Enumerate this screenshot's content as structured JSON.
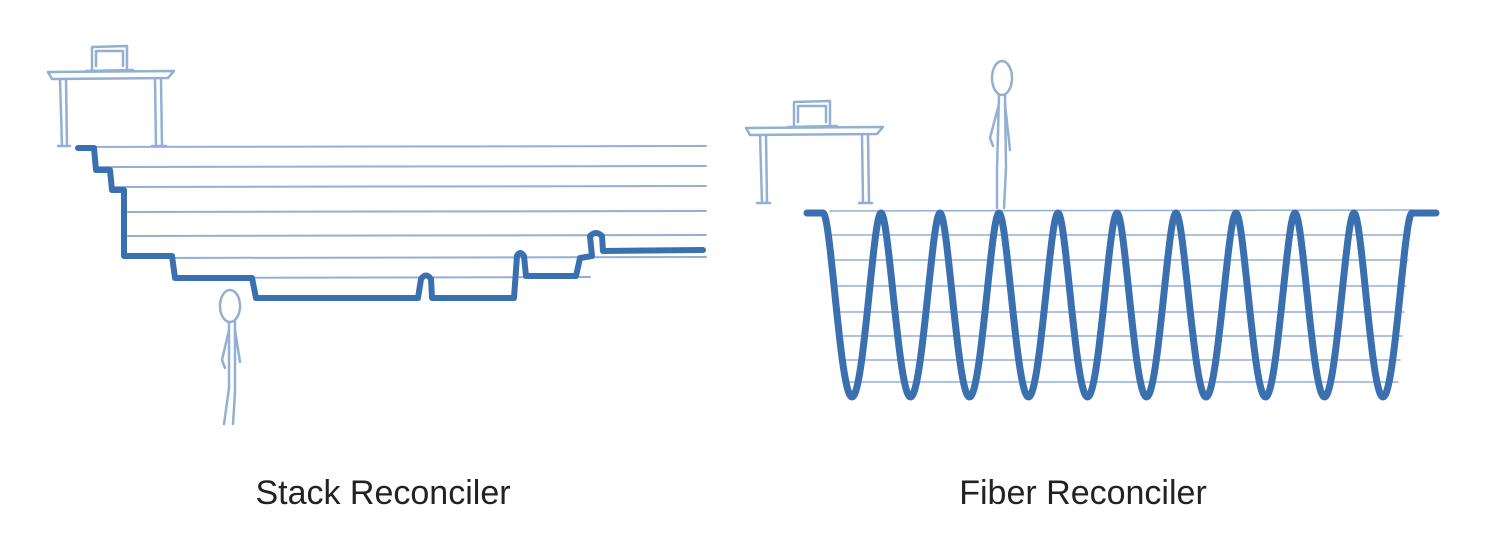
{
  "panels": [
    {
      "id": "stack",
      "caption": "Stack Reconciler"
    },
    {
      "id": "fiber",
      "caption": "Fiber Reconciler"
    }
  ],
  "colors": {
    "thick_line": "#3a6fb0",
    "thin_line": "#93b0d3",
    "caption_text": "#222222",
    "background": "#ffffff"
  }
}
